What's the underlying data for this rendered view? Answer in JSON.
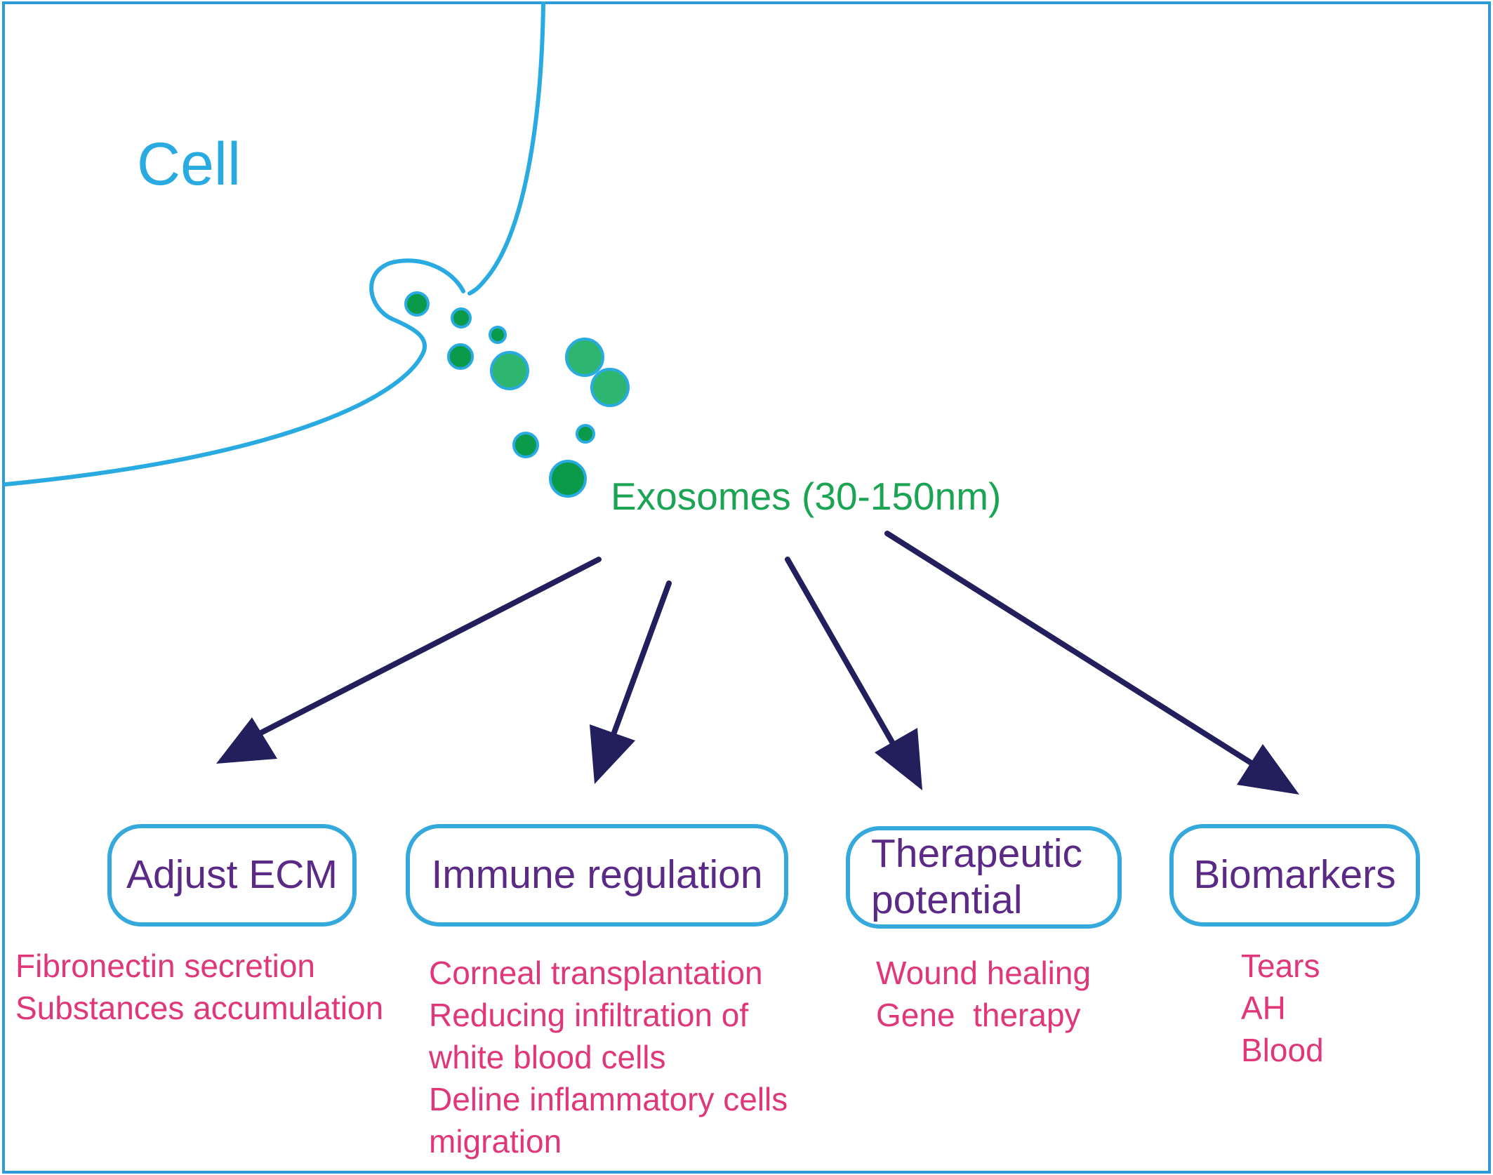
{
  "colors": {
    "membrane": "#29abe2",
    "exosome_fill": "#1aa454",
    "exosome_light": "#2eb670",
    "arrow": "#231f5c",
    "box_border": "#35a9dc",
    "box_text": "#5b2a86",
    "list_text": "#e0367a",
    "frame": "#2e9ad8"
  },
  "cell": {
    "label": "Cell"
  },
  "exosomes": {
    "label": "Exosomes (30-150nm)"
  },
  "categories": [
    {
      "title_lines": [
        "Adjust ECM"
      ],
      "items": [
        "Fibronectin secretion",
        "Substances accumulation"
      ]
    },
    {
      "title_lines": [
        "Immune regulation"
      ],
      "items": [
        "Corneal transplantation",
        "Reducing infiltration of",
        "white blood cells",
        "Deline inflammatory cells",
        "migration"
      ]
    },
    {
      "title_lines": [
        "Therapeutic",
        "potential"
      ],
      "items": [
        "Wound healing",
        "Gene  therapy"
      ]
    },
    {
      "title_lines": [
        "Biomarkers"
      ],
      "items": [
        "Tears",
        "AH",
        "Blood"
      ]
    }
  ]
}
